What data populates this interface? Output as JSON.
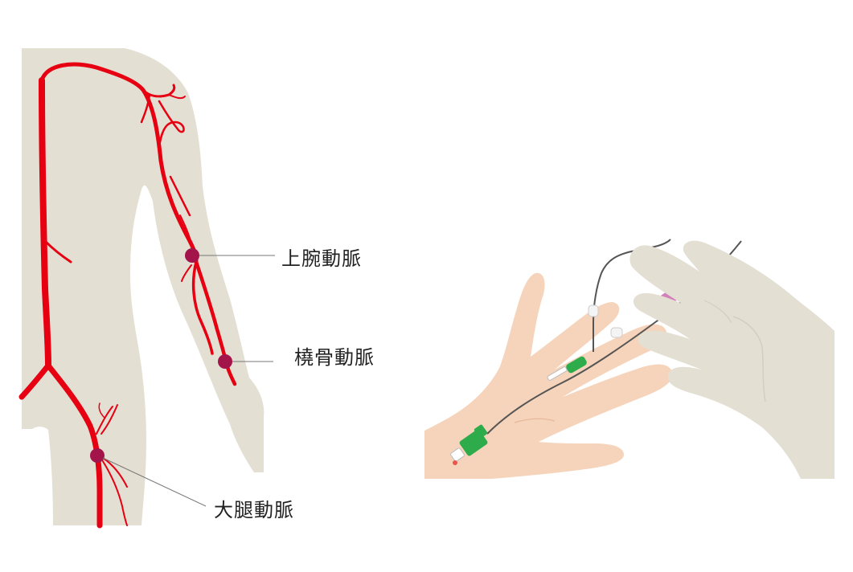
{
  "labels": {
    "brachial_artery": "上腕動脈",
    "radial_artery": "橈骨動脈",
    "femoral_artery": "大腿動脈"
  },
  "colors": {
    "body": "#e3dfd3",
    "artery": "#e60012",
    "puncture_point": "#a3154a",
    "skin": "#f6d4bb",
    "glove": "#e3dfd3",
    "catheter_green": "#2eab4a",
    "catheter_pink": "#d481b9",
    "wire": "#555555"
  }
}
